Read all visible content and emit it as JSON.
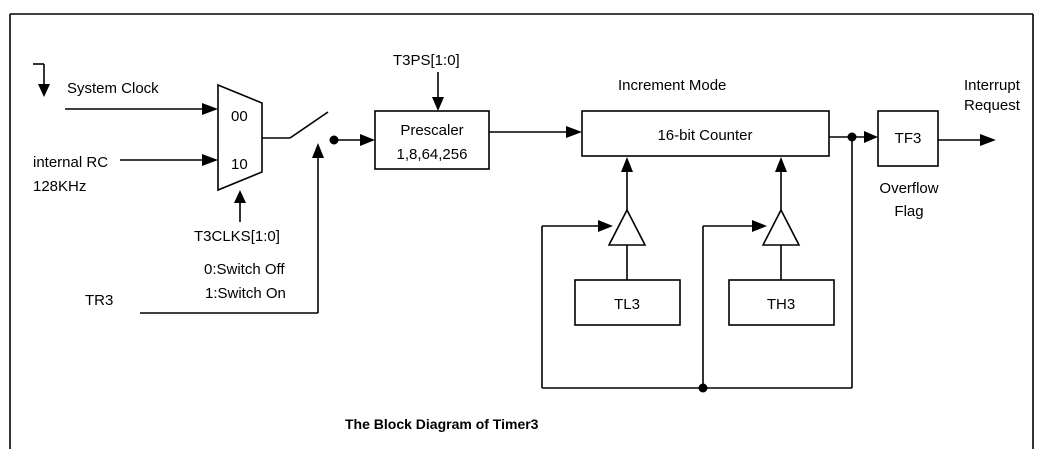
{
  "labels": {
    "system_clock": "System Clock",
    "internal_rc_line1": "internal RC",
    "internal_rc_line2": "128KHz",
    "mux_sel_00": "00",
    "mux_sel_10": "10",
    "t3clks": "T3CLKS[1:0]",
    "switch_off": "0:Switch Off",
    "switch_on": "1:Switch On",
    "tr3": "TR3",
    "t3ps": "T3PS[1:0]",
    "prescaler_line1": "Prescaler",
    "prescaler_line2": "1,8,64,256",
    "increment_mode": "Increment Mode",
    "counter": "16-bit Counter",
    "tf3": "TF3",
    "interrupt_line1": "Interrupt",
    "interrupt_line2": "Request",
    "overflow_line1": "Overflow",
    "overflow_line2": "Flag",
    "tl3": "TL3",
    "th3": "TH3",
    "caption": "The Block Diagram of Timer3"
  }
}
